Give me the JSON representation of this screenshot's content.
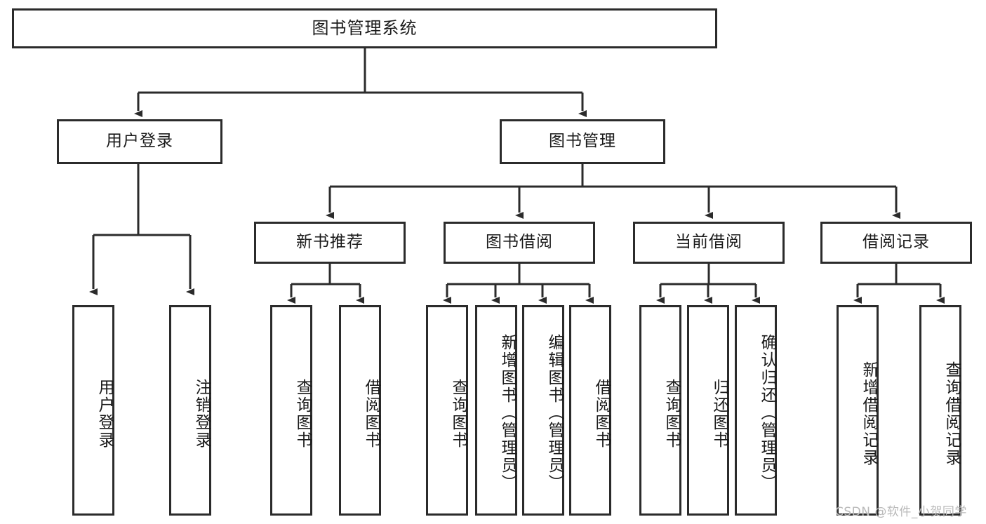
{
  "diagram": {
    "title": "图书管理系统",
    "type": "tree",
    "stroke_color": "#2b2b2b",
    "background_color": "#ffffff",
    "text_color": "#1a1a1a",
    "watermark": "CSDN @软件_小贺同学",
    "nodes": {
      "root": {
        "label": "图书管理系统"
      },
      "level2": [
        {
          "id": "user-login",
          "label": "用户登录"
        },
        {
          "id": "book-management",
          "label": "图书管理"
        }
      ],
      "level3": [
        {
          "id": "new-book-recommend",
          "label": "新书推荐"
        },
        {
          "id": "book-borrow",
          "label": "图书借阅"
        },
        {
          "id": "current-borrow",
          "label": "当前借阅"
        },
        {
          "id": "borrow-record",
          "label": "借阅记录"
        }
      ],
      "leaves": {
        "user_login": [
          {
            "id": "leaf-user-login",
            "label": "用户登录"
          },
          {
            "id": "leaf-user-logout",
            "label": "注销登录"
          }
        ],
        "new_book_recommend": [
          {
            "id": "leaf-query-book-1",
            "label": "查询图书"
          },
          {
            "id": "leaf-borrow-book-1",
            "label": "借阅图书"
          }
        ],
        "book_borrow": [
          {
            "id": "leaf-query-book-2",
            "label": "查询图书"
          },
          {
            "id": "leaf-add-book",
            "label": "新增图书（管理员）"
          },
          {
            "id": "leaf-edit-book",
            "label": "编辑图书（管理员）"
          },
          {
            "id": "leaf-borrow-book-2",
            "label": "借阅图书"
          }
        ],
        "current_borrow": [
          {
            "id": "leaf-query-book-3",
            "label": "查询图书"
          },
          {
            "id": "leaf-return-book",
            "label": "归还图书"
          },
          {
            "id": "leaf-confirm-return",
            "label": "确认归还（管理员）"
          }
        ],
        "borrow_record": [
          {
            "id": "leaf-add-record",
            "label": "新增借阅记录"
          },
          {
            "id": "leaf-query-record",
            "label": "查询借阅记录"
          }
        ]
      }
    }
  }
}
